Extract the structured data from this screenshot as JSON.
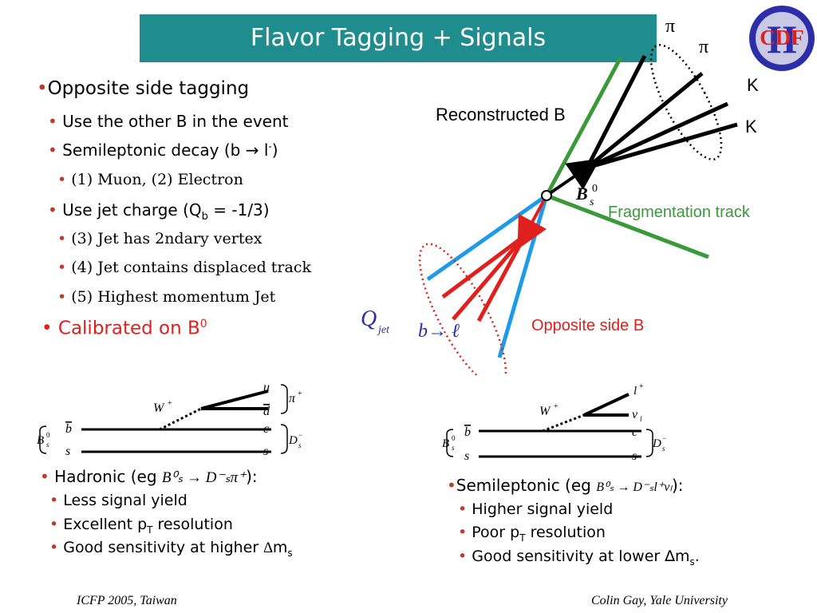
{
  "title": "Flavor Tagging + Signals",
  "logo": {
    "text": "CDF",
    "numeral": "II"
  },
  "bullets": {
    "b1": "Opposite side tagging",
    "b2": "Use the other B in the event",
    "b3_prefix": "Semileptonic decay (b ",
    "b3_arrow": "→",
    "b3_l": " l",
    "b3_sup": "-",
    "b3_suffix": ")",
    "b4": "(1) Muon, (2) Electron",
    "b5_prefix": "Use jet charge (Q",
    "b5_sub": "b",
    "b5_suffix": " = -1/3)",
    "b6": "(3) Jet has 2ndary vertex",
    "b7": "(4) Jet contains displaced track",
    "b8": "(5) Highest momentum Jet",
    "b9_prefix": "Calibrated on B",
    "b9_sup": "0"
  },
  "diagram": {
    "pi1": "π",
    "pi2": "π",
    "k1": "K",
    "k2": "K",
    "reconstructed": "Reconstructed B",
    "bs_B": "B",
    "bs_sub": "s",
    "bs_sup": "0",
    "fragmentation": "Fragmentation track",
    "opposite": "Opposite side B",
    "q": "Q",
    "q_sub": "jet",
    "b_to_l": "b→ ℓ"
  },
  "feynman_left": {
    "w": "W",
    "w_sup": "+",
    "u": "u",
    "dbar": "d",
    "pi": "π",
    "pi_sup": "+",
    "bbar": "b",
    "c": "c",
    "s1": "s",
    "s2": "s",
    "Bs": "B",
    "Bs_sub": "s",
    "Bs_sup": "0",
    "Ds": "D",
    "Ds_sub": "s",
    "Ds_sup": "−"
  },
  "feynman_right": {
    "w": "W",
    "w_sup": "+",
    "lplus": "l",
    "lplus_sup": "+",
    "nu": "ν",
    "nu_sub": "l",
    "bbar": "b",
    "c": "c",
    "s1": "s",
    "s2": "s",
    "Bs": "B",
    "Bs_sub": "s",
    "Bs_sup": "0",
    "Ds": "D",
    "Ds_sub": "s",
    "Ds_sup": "−"
  },
  "hadronic": {
    "head_prefix": "Hadronic (eg ",
    "formula": "B⁰ₛ → D⁻ₛπ⁺",
    "head_suffix": "):",
    "item1": "Less signal yield",
    "item2_prefix": "Excellent p",
    "item2_sub": "T",
    "item2_suffix": " resolution",
    "item3_prefix": "Good sensitivity at higher ",
    "item3_delta": "∆",
    "item3_m": "m",
    "item3_sub": "s"
  },
  "semileptonic": {
    "head_prefix": "Semileptonic (eg ",
    "formula": "B⁰ₛ → D⁻ₛl⁺νₗ",
    "head_suffix": "):",
    "item1": "Higher signal yield",
    "item2_prefix": "Poor p",
    "item2_sub": "T",
    "item2_suffix": " resolution",
    "item3_prefix": "Good sensitivity at lower ",
    "item3_delta": "∆",
    "item3_m": "m",
    "item3_sub": "s",
    "item3_end": "."
  },
  "footer": {
    "left": "ICFP 2005, Taiwan",
    "right": "Colin Gay, Yale University"
  },
  "colors": {
    "title_bg": "#1f8c8e",
    "green": "#3a9a3a",
    "blue": "#1e9be8",
    "red": "#e0201c",
    "logo_blue": "#2b2ea8"
  }
}
